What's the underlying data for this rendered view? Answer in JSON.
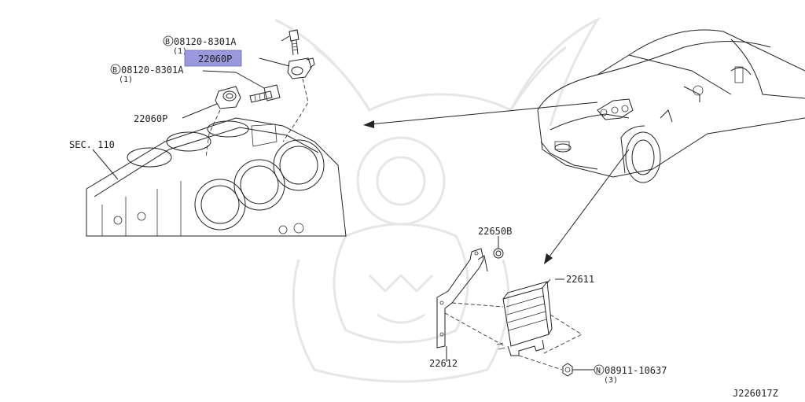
{
  "labels": {
    "bolt_top_code": "08120-8301A",
    "bolt_top_qty": "(1)",
    "bolt_top_prefix": "B",
    "sensor_highlight": "22060P",
    "bolt_mid_code": "08120-8301A",
    "bolt_mid_qty": "(1)",
    "bolt_mid_prefix": "B",
    "sensor_lower": "22060P",
    "section": "SEC. 110",
    "bracket_nut": "22650B",
    "ecm": "22611",
    "bracket": "22612",
    "nut_code": "08911-10637",
    "nut_qty": "(3)",
    "nut_prefix": "N",
    "diagram_id": "J226017Z"
  },
  "colors": {
    "highlight": "#9999dd",
    "ink": "#222222",
    "watermark": "#e6e6e6"
  }
}
